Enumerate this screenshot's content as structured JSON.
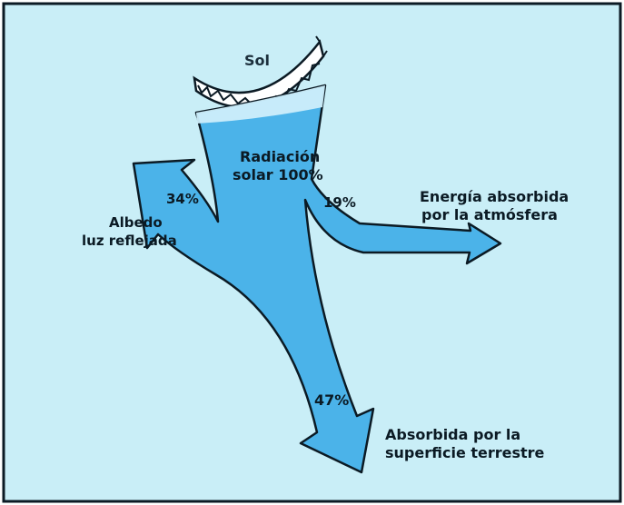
{
  "diagram": {
    "sun_label": "Sol",
    "incoming": {
      "line1": "Radiación",
      "line2": "solar 100%"
    },
    "reflected": {
      "percent": "34%",
      "line1": "Albedo",
      "line2": "luz reflejada"
    },
    "atmosphere": {
      "percent": "19%",
      "line1": "Energía absorbida",
      "line2": "por la atmósfera"
    },
    "surface": {
      "percent": "47%",
      "line1": "Absorbida por la",
      "line2": "superficie terrestre"
    }
  },
  "colors": {
    "background": "#c9eef7",
    "flow": "#4bb3e9",
    "flow_light": "#cdeefb",
    "outline": "#0b1a24",
    "sun_edge": "#ffffff"
  }
}
